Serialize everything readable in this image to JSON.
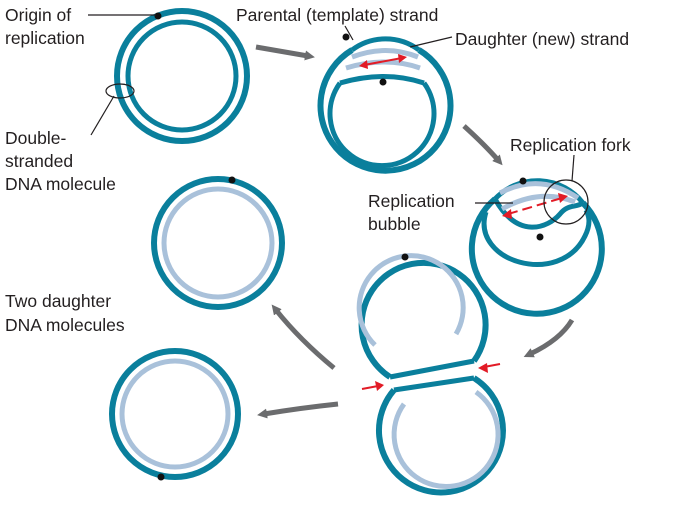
{
  "labels": {
    "origin_line1": "Origin of",
    "origin_line2": "replication",
    "parental": "Parental (template) strand",
    "daughter": "Daughter (new) strand",
    "ds_line1": "Double-",
    "ds_line2": "stranded",
    "ds_line3": "DNA molecule",
    "fork": "Replication fork",
    "bubble_line1": "Replication",
    "bubble_line2": "bubble",
    "two_line1": "Two daughter",
    "two_line2": "DNA molecules"
  },
  "colors": {
    "parental_strand": "#0a7f9c",
    "daughter_strand": "#a9c1da",
    "arrow": "#6b6c6e",
    "replication_direction": "#e21b26",
    "origin_dot": "#111111"
  }
}
